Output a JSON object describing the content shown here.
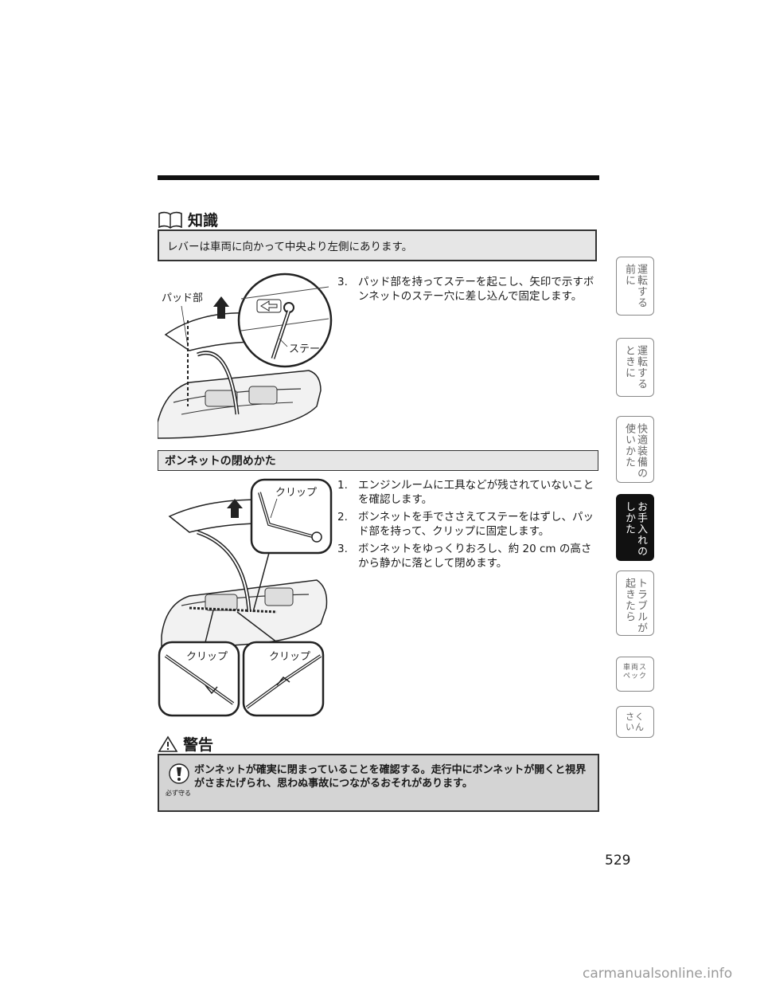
{
  "knowledge": {
    "heading": "知識",
    "note": "レバーは車両に向かって中央より左側にあります。"
  },
  "open_steps": [
    {
      "num": "3.",
      "text": "パッド部を持ってステーを起こし、矢印で示すボンネットのステー穴に差し込んで固定します。"
    }
  ],
  "figure1": {
    "label_pad": "パッド部",
    "label_stay": "ステー"
  },
  "closing": {
    "heading": "ボンネットの閉めかた",
    "steps": [
      {
        "num": "1.",
        "text": "エンジンルームに工具などが残されていないことを確認します。"
      },
      {
        "num": "2.",
        "text": "ボンネットを手でささえてステーをはずし、パッド部を持って、クリップに固定します。"
      },
      {
        "num": "3.",
        "text": "ボンネットをゆっくりおろし、約 20 cm の高さから静かに落として閉めます。"
      }
    ]
  },
  "figure2": {
    "label_clip_top": "クリップ",
    "label_clip_left": "クリップ",
    "label_clip_right": "クリップ"
  },
  "warning": {
    "heading": "警告",
    "must_label": "必ず守る",
    "text": "ボンネットが確実に閉まっていることを確認する。走行中にボンネットが開くと視界がさまたげられ、思わぬ事故につながるおそれがあります。"
  },
  "side_tabs": [
    {
      "label": "運転する前に"
    },
    {
      "label": "運転するときに"
    },
    {
      "label": "快適装備の使いかた"
    },
    {
      "label": "お手入れのしかた"
    },
    {
      "label": "トラブルが起きたら"
    },
    {
      "label": "車両スペック"
    },
    {
      "label": "さくいん"
    }
  ],
  "page_number": "529",
  "watermark": "carmanualsonline.info",
  "colors": {
    "active_tab": "#111111",
    "box_fill": "#e6e6e6",
    "warning_fill": "#d4d4d4"
  }
}
